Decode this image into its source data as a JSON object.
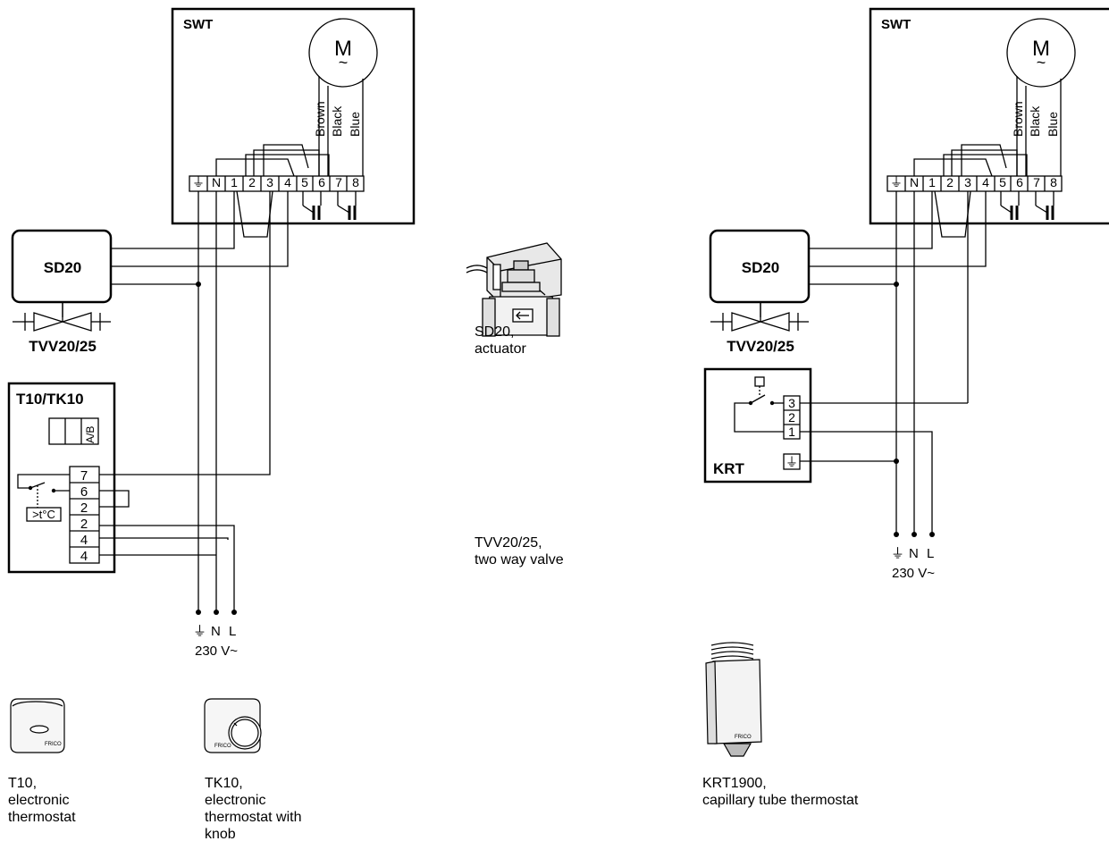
{
  "diagram_left": {
    "swt_label": "SWT",
    "motor_symbol": "M",
    "motor_tilde": "~",
    "wire_labels": [
      "Brown",
      "Black",
      "Blue"
    ],
    "terminals": [
      "⏚",
      "N",
      "1",
      "2",
      "3",
      "4",
      "5",
      "6",
      "7",
      "8"
    ],
    "actuator_label": "SD20",
    "valve_label": "TVV20/25",
    "thermostat_label": "T10/TK10",
    "ab_label": "A/B",
    "thermostat_terminals": [
      "7",
      "6",
      "2",
      "2",
      "4",
      "4"
    ],
    "temp_label": ">t°C",
    "supply_terminals": [
      "⏚",
      "N",
      "L"
    ],
    "supply_voltage": "230 V~"
  },
  "diagram_right": {
    "swt_label": "SWT",
    "motor_symbol": "M",
    "motor_tilde": "~",
    "wire_labels": [
      "Brown",
      "Black",
      "Blue"
    ],
    "terminals": [
      "⏚",
      "N",
      "1",
      "2",
      "3",
      "4",
      "5",
      "6",
      "7",
      "8"
    ],
    "actuator_label": "SD20",
    "valve_label": "TVV20/25",
    "krt_label": "KRT",
    "krt_terminals": [
      "3",
      "2",
      "1",
      "⏚"
    ],
    "supply_terminals": [
      "⏚",
      "N",
      "L"
    ],
    "supply_voltage": "230 V~"
  },
  "captions": {
    "sd20": [
      "SD20,",
      "actuator"
    ],
    "tvv": [
      "TVV20/25,",
      "two way valve"
    ],
    "t10": [
      "T10,",
      "electronic",
      "thermostat"
    ],
    "tk10": [
      "TK10,",
      "electronic",
      "thermostat with",
      "knob"
    ],
    "krt1900": [
      "KRT1900,",
      "capillary tube thermostat"
    ]
  },
  "product_brand": "FRICO"
}
